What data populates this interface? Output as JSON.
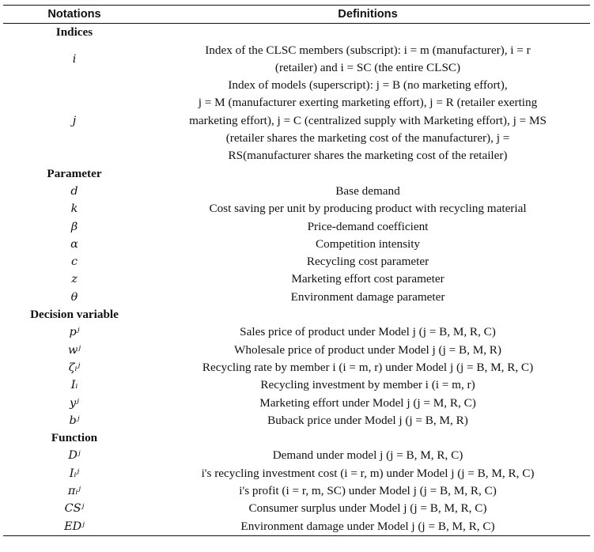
{
  "header": {
    "col1": "Notations",
    "col2": "Definitions"
  },
  "sections": [
    {
      "title": "Indices",
      "rows": [
        {
          "symbol": "i",
          "lines": [
            "Index of the CLSC members (subscript): i = m (manufacturer), i = r",
            "(retailer) and i = SC (the entire CLSC)"
          ]
        },
        {
          "symbol": "j",
          "lines": [
            "Index of models (superscript): j = B (no marketing effort),",
            "j = M (manufacturer exerting marketing effort), j = R (retailer exerting",
            "marketing effort), j = C (centralized supply with Marketing effort), j = MS",
            "(retailer shares the marketing cost of the manufacturer), j =",
            "RS(manufacturer shares the marketing cost of the retailer)"
          ]
        }
      ]
    },
    {
      "title": "Parameter",
      "rows": [
        {
          "symbol": "d",
          "lines": [
            "Base demand"
          ]
        },
        {
          "symbol": "k",
          "lines": [
            "Cost saving per unit by producing product with recycling material"
          ]
        },
        {
          "symbol": "β",
          "lines": [
            "Price-demand coefficient"
          ]
        },
        {
          "symbol": "α",
          "lines": [
            "Competition intensity"
          ]
        },
        {
          "symbol": "c",
          "lines": [
            "Recycling cost parameter"
          ]
        },
        {
          "symbol": "z",
          "lines": [
            "Marketing effort cost parameter"
          ]
        },
        {
          "symbol": "θ",
          "lines": [
            "Environment damage parameter"
          ]
        }
      ]
    },
    {
      "title": "Decision variable",
      "rows": [
        {
          "symbol": "pʲ",
          "lines": [
            "Sales price of product under Model j (j = B, M, R, C)"
          ]
        },
        {
          "symbol": "wʲ",
          "lines": [
            "Wholesale price of product under Model j (j = B, M, R)"
          ]
        },
        {
          "symbol": "ζᵢʲ",
          "lines": [
            "Recycling rate by member i (i = m, r) under Model j (j = B, M, R, C)"
          ]
        },
        {
          "symbol": "Iᵢ",
          "lines": [
            "Recycling investment by member i (i = m, r)"
          ]
        },
        {
          "symbol": "yʲ",
          "lines": [
            "Marketing effort under Model j (j = M, R, C)"
          ]
        },
        {
          "symbol": "bʲ",
          "lines": [
            "Buback price under Model j (j = B, M, R)"
          ]
        }
      ]
    },
    {
      "title": "Function",
      "rows": [
        {
          "symbol": "Dʲ",
          "lines": [
            "Demand under model j (j = B, M, R, C)"
          ]
        },
        {
          "symbol": "Iᵢʲ",
          "lines": [
            "i's recycling investment cost (i = r, m) under Model j (j = B, M, R, C)"
          ]
        },
        {
          "symbol": "πᵢʲ",
          "lines": [
            "i's profit (i = r, m, SC) under Model j (j = B, M, R, C)"
          ]
        },
        {
          "symbol": "CSʲ",
          "lines": [
            "Consumer surplus under Model j (j = B, M, R, C)"
          ]
        },
        {
          "symbol": "EDʲ",
          "lines": [
            "Environment damage under Model j (j = B, M, R, C)"
          ]
        }
      ]
    }
  ]
}
